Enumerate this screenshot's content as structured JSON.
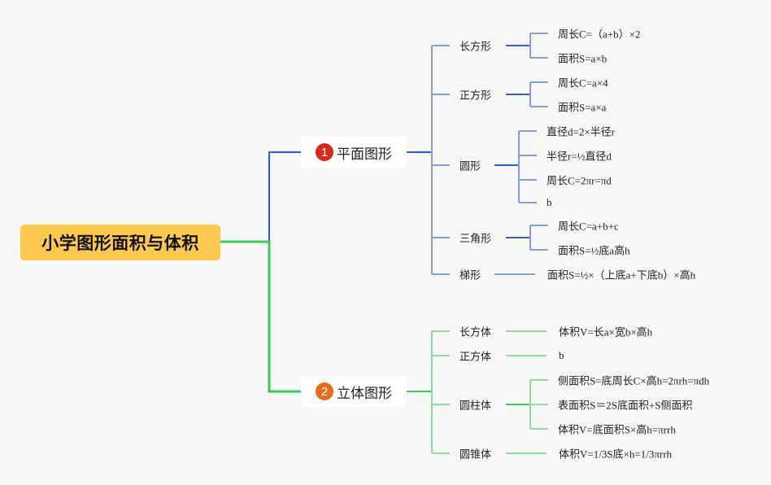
{
  "root": {
    "label": "小学图形面积与体积",
    "color": "#fcc84f"
  },
  "branches": [
    {
      "badge": "1",
      "badge_color": "#d8281a",
      "label": "平面图形",
      "line_color": "#2f5fcf",
      "light_color": "#7e9fe2",
      "children": [
        {
          "label": "长方形",
          "leaves": [
            "周长C=（a+b）×2",
            "面积S=a×b"
          ]
        },
        {
          "label": "正方形",
          "leaves": [
            "周长C=a×4",
            "面积S=a×a"
          ]
        },
        {
          "label": "圆形",
          "leaves": [
            "直径d=2×半径r",
            "半径r=½直径d",
            "周长C=2πr=πd",
            "b"
          ]
        },
        {
          "label": "三角形",
          "leaves": [
            "周长C=a+b+c",
            "面积S=½底a高h"
          ]
        },
        {
          "label": "梯形",
          "leaves": [
            "面积S=½×（上底a+下底b）×高h"
          ]
        }
      ]
    },
    {
      "badge": "2",
      "badge_color": "#e46b1c",
      "label": "立体图形",
      "line_color": "#3cc95a",
      "light_color": "#8edb9c",
      "children": [
        {
          "label": "长方体",
          "leaves": [
            "体积V=长a×宽b×高h"
          ]
        },
        {
          "label": "正方体",
          "leaves": [
            "b"
          ]
        },
        {
          "label": "圆柱体",
          "leaves": [
            "侧面积S=底周长C×高h=2πrh=πdh",
            "表面积S＝2S底面积+S侧面积",
            "体积V=底面积S×高h=πrrh"
          ]
        },
        {
          "label": "圆锥体",
          "leaves": [
            "体积V=1/3S底×h=1/3πrrh"
          ]
        }
      ]
    }
  ]
}
